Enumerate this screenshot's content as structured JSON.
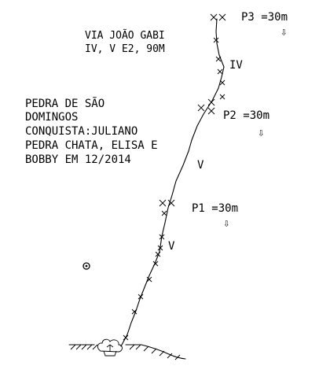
{
  "header": {
    "route_name": "VIA JOÃO GABI",
    "grade_line": "IV, V  E2, 90M"
  },
  "info": {
    "lines": [
      "PEDRA DE SÃO",
      "DOMINGOS",
      "CONQUISTA:JULIANO",
      "PEDRA CHATA, ELISA E",
      "BOBBY EM 12/2014"
    ]
  },
  "pitches": [
    {
      "label": "P1 =30m",
      "arrow": "⇩"
    },
    {
      "label": "P2 =30m",
      "arrow": "⇩"
    },
    {
      "label": "P3 =30m",
      "arrow": "⇩"
    }
  ],
  "grades": [
    {
      "label": "IV"
    },
    {
      "label": "V"
    },
    {
      "label": "V"
    }
  ],
  "icons": {
    "belay_marker": "bolt-cross-icon",
    "anchor_marker": "anchor-x-icon",
    "target_marker": "target-circle-icon",
    "base": "bush-icon"
  }
}
